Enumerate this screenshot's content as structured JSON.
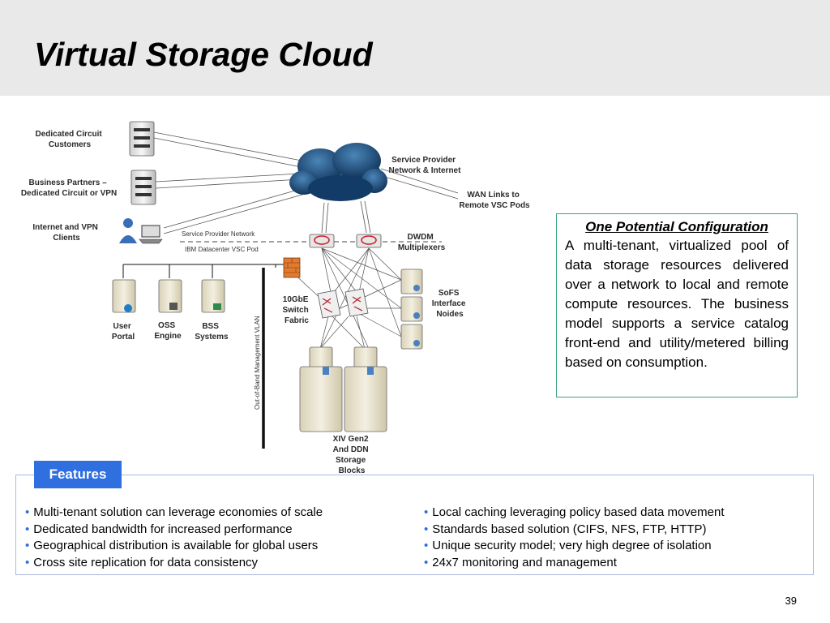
{
  "slide": {
    "title": "Virtual Storage Cloud",
    "page_number": "39"
  },
  "diagram": {
    "labels": {
      "dedicated_circuit": [
        "Dedicated Circuit",
        "Customers"
      ],
      "business_partners": [
        "Business Partners –",
        "Dedicated Circuit or VPN"
      ],
      "internet_vpn": [
        "Internet and VPN",
        "Clients"
      ],
      "service_provider": [
        "Service Provider",
        "Network & Internet"
      ],
      "wan_links": [
        "WAN Links to",
        "Remote VSC Pods"
      ],
      "sp_network": "Service Provider Network",
      "ibm_pod": "IBM Datacenter VSC Pod",
      "dwdm": [
        "DWDM",
        "Multiplexers"
      ],
      "switch_fabric": [
        "10GbE",
        "Switch",
        "Fabric"
      ],
      "sofs": [
        "SoFS",
        "Interface",
        "Noides"
      ],
      "user_portal": [
        "User",
        "Portal"
      ],
      "oss_engine": [
        "OSS",
        "Engine"
      ],
      "bss_systems": [
        "BSS",
        "Systems"
      ],
      "vlan": "Out-of-Band Management VLAN",
      "xiv": [
        "XIV Gen2",
        "And DDN",
        "Storage",
        "Blocks"
      ]
    }
  },
  "config": {
    "title": "One Potential Configuration",
    "body": "A multi-tenant, virtualized pool of data storage resources delivered over a network to local and remote compute resources. The business model supports a service catalog front-end and utility/metered billing based on consumption."
  },
  "features": {
    "tab_label": "Features",
    "left": [
      "Multi-tenant solution can leverage economies of scale",
      "Dedicated bandwidth for increased performance",
      "Geographical distribution is available for global users",
      "Cross site replication for data consistency"
    ],
    "right": [
      "Local caching leveraging policy based data movement",
      "Standards based solution (CIFS, NFS, FTP, HTTP)",
      "Unique security model; very high degree of isolation",
      "24x7 monitoring and management"
    ]
  },
  "colors": {
    "accent": "#2f6fe0",
    "config_border": "#3aa57a",
    "features_border": "#a9b8e0",
    "title_bar": "#e9e9e9"
  }
}
